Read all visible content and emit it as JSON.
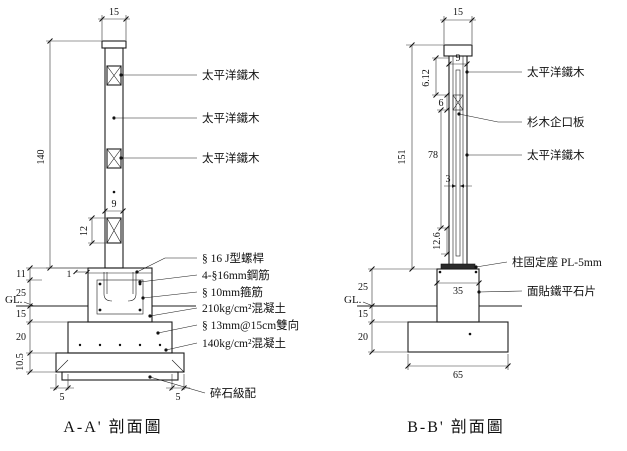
{
  "left": {
    "title": "A-A' 剖面圖",
    "gl": "GL.",
    "dims": {
      "top15": "15",
      "h140": "140",
      "w9": "9",
      "h12": "12",
      "d1": "1",
      "d11": "11",
      "d25": "25",
      "d15": "15",
      "d20": "20",
      "d105": "10.5",
      "off5l": "5",
      "off5r": "5"
    },
    "callouts": {
      "wood1": "太平洋鐵木",
      "wood2": "太平洋鐵木",
      "wood3": "太平洋鐵木",
      "jbolt": "§ 16 J型螺桿",
      "rebar": "4-§16mm鋼筋",
      "stirrup": "§ 10mm箍筋",
      "conc210": "210kg/cm²混凝土",
      "mesh": "§ 13mm@15cm雙向",
      "conc140": "140kg/cm²混凝土",
      "gravel": "碎石級配"
    }
  },
  "right": {
    "title": "B-B' 剖面圖",
    "gl": "GL.",
    "dims": {
      "top15": "15",
      "w9": "9",
      "d612": "6.12",
      "d6": "6",
      "d78": "78",
      "d3": "3",
      "d126": "12.6",
      "h151": "151",
      "w35": "35",
      "d25": "25",
      "d15": "15",
      "d20": "20",
      "w65": "65"
    },
    "callouts": {
      "wood1": "太平洋鐵木",
      "plank": "杉木企口板",
      "wood2": "太平洋鐵木",
      "plate": "柱固定座 PL-5mm",
      "stone": "面貼鐵平石片"
    }
  }
}
